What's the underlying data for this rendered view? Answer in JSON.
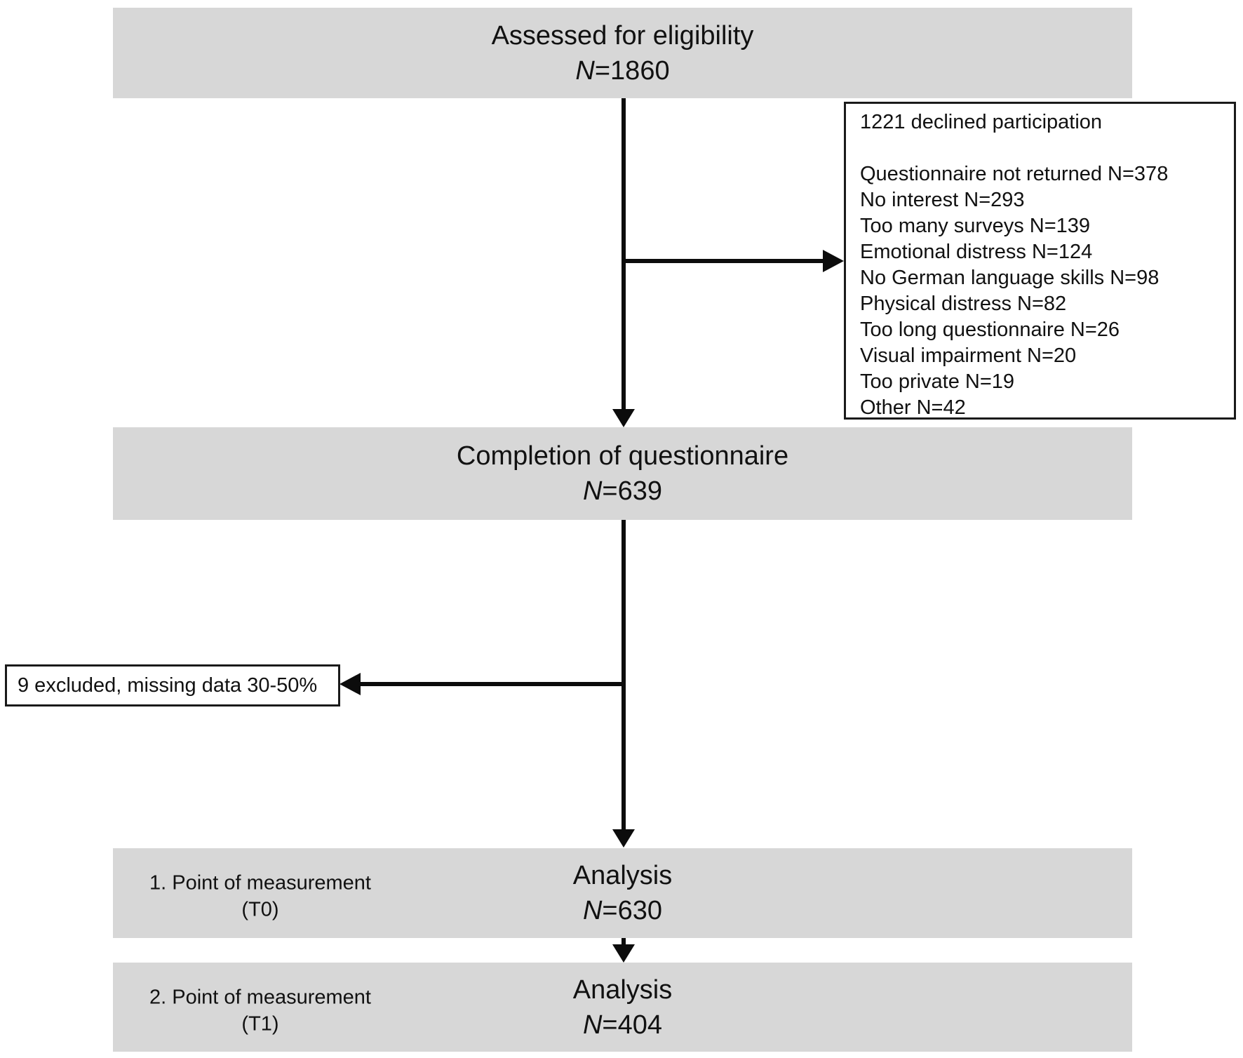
{
  "palette": {
    "box_fill": "#d7d7d7",
    "box_border": "#1a1a1a",
    "line": "#0c0c0c",
    "background": "#ffffff",
    "text": "#111111"
  },
  "flow": {
    "eligibility": {
      "title": "Assessed for eligibility",
      "n_italic": "N",
      "n_value": "=1860"
    },
    "declined": {
      "title": "1221 declined participation",
      "reasons": [
        "Questionnaire not returned N=378",
        "No interest N=293",
        "Too many surveys N=139",
        "Emotional distress N=124",
        "No German language skills N=98",
        "Physical distress N=82",
        "Too long questionnaire N=26",
        "Visual impairment N=20",
        "Too private N=19",
        "Other N=42"
      ]
    },
    "completion": {
      "title": "Completion of questionnaire",
      "n_italic": "N",
      "n_value": "=639"
    },
    "excluded": {
      "text": "9 excluded, missing data 30-50%"
    },
    "analysis_t0": {
      "side_label_line1": "1. Point of measurement",
      "side_label_line2": "(T0)",
      "title": "Analysis",
      "n_italic": "N",
      "n_value": "=630"
    },
    "analysis_t1": {
      "side_label_line1": "2. Point of measurement",
      "side_label_line2": "(T1)",
      "title": "Analysis",
      "n_italic": "N",
      "n_value": "=404"
    }
  }
}
